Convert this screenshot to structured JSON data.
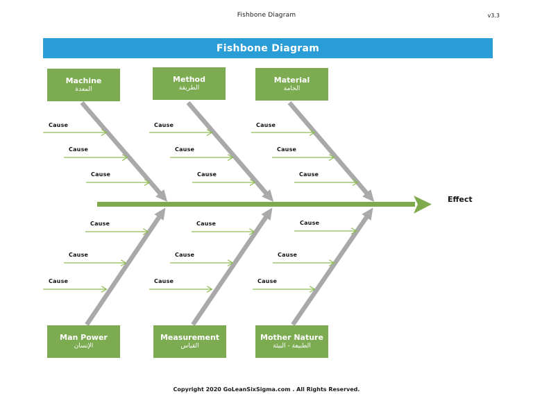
{
  "page": {
    "header_title": "Fishbone Diagram",
    "version": "v3.3",
    "footer": "Copyright 2020 GoLeanSixSigma.com . All Rights Reserved."
  },
  "banner": {
    "title": "Fishbone Diagram"
  },
  "diagram": {
    "effect_label": "Effect",
    "cause_label": "Cause",
    "categories_top": [
      {
        "label": "Machine",
        "label_ar": "المعدة"
      },
      {
        "label": "Method",
        "label_ar": "الطريقة"
      },
      {
        "label": "Material",
        "label_ar": "الخامة"
      }
    ],
    "categories_bottom": [
      {
        "label": "Man Power",
        "label_ar": "الإنسان"
      },
      {
        "label": "Measurement",
        "label_ar": "القياس"
      },
      {
        "label": "Mother Nature",
        "label_ar": "الطبيعة - البيئة"
      }
    ],
    "causes_per_branch": 3
  },
  "colors": {
    "banner_blue": "#2b9dd6",
    "category_green": "#7cab52",
    "spine_green": "#7fa94d",
    "cause_arrow_green": "#8fbc55",
    "bone_gray": "#a9a9a9"
  }
}
